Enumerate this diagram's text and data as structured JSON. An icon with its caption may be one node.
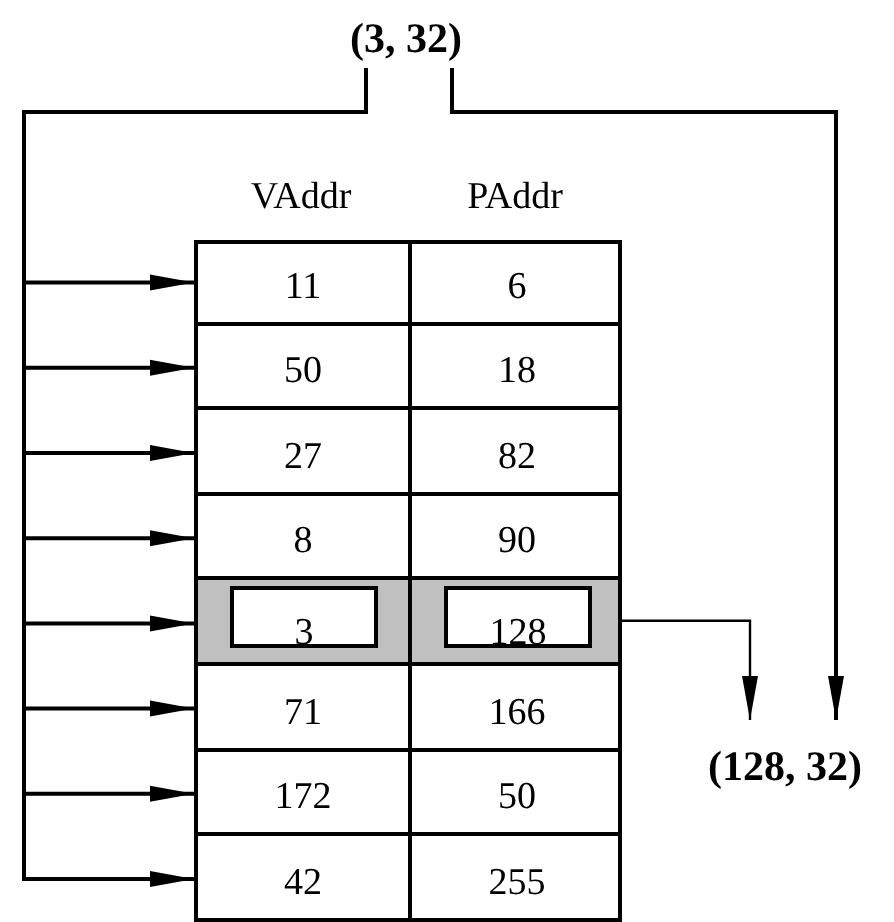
{
  "diagram": {
    "nodes": [
      {
        "text": [
          "(3, 32)"
        ]
      },
      {
        "text": [
          "11",
          "6"
        ]
      },
      {
        "text": [
          "50",
          "18"
        ]
      },
      {
        "text": [
          "27",
          "82"
        ]
      },
      {
        "text": [
          "8",
          "90"
        ]
      },
      {
        "text": [],
        "shape": "bar"
      },
      {
        "text": [
          "3"
        ],
        "in": 5
      },
      {
        "text": [
          "128"
        ],
        "in": 5
      },
      {
        "text": [
          "71",
          "166"
        ]
      },
      {
        "text": [
          "172",
          "50"
        ]
      },
      {
        "text": [
          "42",
          "255"
        ]
      },
      {
        "text": [
          "(128, 32)"
        ]
      }
    ],
    "edges": [
      {
        "from": 0,
        "to": 1,
        "arrow": "to"
      },
      {
        "from": 0,
        "to": 2,
        "arrow": "to"
      },
      {
        "from": 0,
        "to": 3,
        "arrow": "to"
      },
      {
        "from": 0,
        "to": 4,
        "arrow": "to"
      },
      {
        "from": 0,
        "to": 5,
        "arrow": "to"
      },
      {
        "from": 0,
        "to": 8,
        "arrow": "to"
      },
      {
        "from": 0,
        "to": 9,
        "arrow": "to"
      },
      {
        "from": 0,
        "to": 10,
        "arrow": "to"
      },
      {
        "from": 0,
        "to": 11,
        "arrow": "to"
      },
      {
        "from": 5,
        "to": 11,
        "arrow": "to"
      }
    ],
    "labels": [
      "VAddr",
      "PAddr"
    ]
  }
}
